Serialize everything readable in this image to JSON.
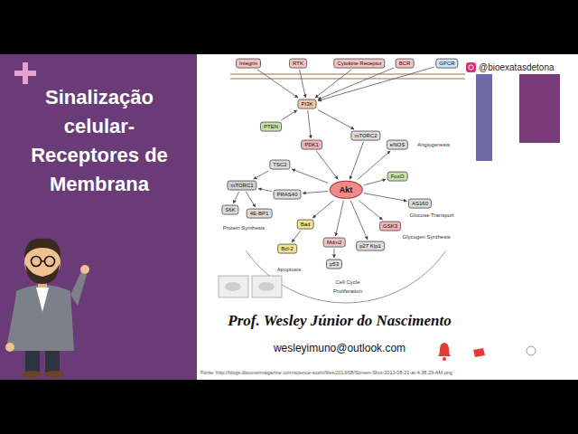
{
  "diagram": {
    "title": "Sinalização celular- Receptores de Membrana",
    "nodes": [
      {
        "text": [
          "Integrin"
        ]
      },
      {
        "text": [
          "RTK"
        ]
      },
      {
        "text": [
          "Cytokine Receptor"
        ]
      },
      {
        "text": [
          "BCR"
        ]
      },
      {
        "text": [
          "GPCR"
        ]
      },
      {
        "text": [
          "PI3K"
        ]
      },
      {
        "text": [
          "PTEN"
        ]
      },
      {
        "text": [
          "PDK1"
        ]
      },
      {
        "text": [
          "mTORC2"
        ]
      },
      {
        "text": [
          "Akt"
        ]
      },
      {
        "text": [
          "TSC2"
        ]
      },
      {
        "text": [
          "PRAS40"
        ]
      },
      {
        "text": [
          "mTORC1"
        ]
      },
      {
        "text": [
          "S6K"
        ]
      },
      {
        "text": [
          "4E-BP1"
        ]
      },
      {
        "text": [
          "Bad"
        ]
      },
      {
        "text": [
          "Bcl-2"
        ]
      },
      {
        "text": [
          "Mdm2"
        ]
      },
      {
        "text": [
          "p53"
        ]
      },
      {
        "text": [
          "p27 Kip1"
        ]
      },
      {
        "text": [
          "GSK3"
        ]
      },
      {
        "text": [
          "AS160"
        ]
      },
      {
        "text": [
          "FoxO"
        ]
      },
      {
        "text": [
          "eNOS"
        ]
      }
    ],
    "edges": [
      {
        "from": 0,
        "to": 5,
        "arrow": "to"
      },
      {
        "from": 1,
        "to": 5,
        "arrow": "to"
      },
      {
        "from": 2,
        "to": 5,
        "arrow": "to"
      },
      {
        "from": 3,
        "to": 5,
        "arrow": "to"
      },
      {
        "from": 4,
        "to": 5,
        "arrow": "to"
      },
      {
        "from": 6,
        "to": 5,
        "arrow": "to"
      },
      {
        "from": 5,
        "to": 7,
        "arrow": "to"
      },
      {
        "from": 5,
        "to": 8,
        "arrow": "to"
      },
      {
        "from": 7,
        "to": 9,
        "arrow": "to"
      },
      {
        "from": 8,
        "to": 9,
        "arrow": "to"
      },
      {
        "from": 9,
        "to": 10,
        "arrow": "to"
      },
      {
        "from": 9,
        "to": 11,
        "arrow": "to"
      },
      {
        "from": 10,
        "to": 12,
        "arrow": "to"
      },
      {
        "from": 11,
        "to": 12,
        "arrow": "to"
      },
      {
        "from": 12,
        "to": 13,
        "arrow": "to"
      },
      {
        "from": 12,
        "to": 14,
        "arrow": "to"
      },
      {
        "from": 9,
        "to": 15,
        "arrow": "to"
      },
      {
        "from": 15,
        "to": 16,
        "arrow": "to"
      },
      {
        "from": 9,
        "to": 17,
        "arrow": "to"
      },
      {
        "from": 17,
        "to": 18,
        "arrow": "to"
      },
      {
        "from": 9,
        "to": 19,
        "arrow": "to"
      },
      {
        "from": 9,
        "to": 20,
        "arrow": "to"
      },
      {
        "from": 9,
        "to": 21,
        "arrow": "to"
      },
      {
        "from": 9,
        "to": 22,
        "arrow": "to"
      },
      {
        "from": 9,
        "to": 23,
        "arrow": "to"
      }
    ],
    "labels": [
      "@bioexatasdetona",
      "Prof. Wesley Júnior do Nascimento",
      "wesleyimuno@outlook.com",
      "Fonte: http://blogs.discovermagazine.com/science-sushi/files/2013/08/Screen-Shot-2013-08-22-at-4.38.29-AM.png",
      "Protein Synthesis",
      "Apoptosis",
      "Cell Cycle",
      "Proliferation",
      "Glycogen Synthesis",
      "Glucose Transport",
      "Angiogenesis"
    ]
  }
}
